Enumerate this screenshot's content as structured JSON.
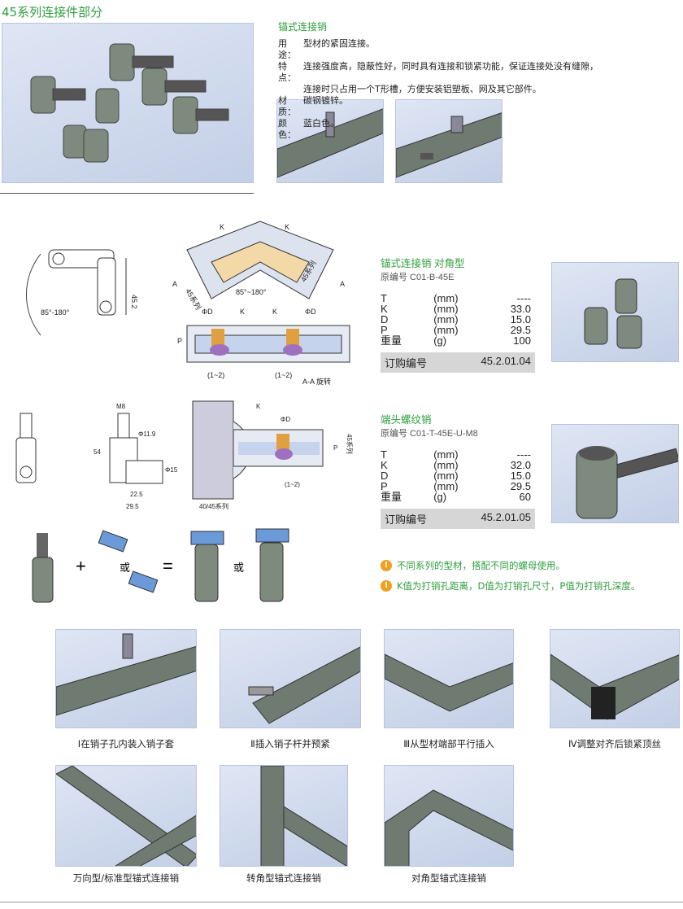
{
  "page_title": "45系列连接件部分",
  "intro": {
    "heading": "锚式连接销",
    "rows": [
      {
        "label": "用途：",
        "text": "型材的紧固连接。"
      },
      {
        "label": "特点：",
        "text": "连接强度高，隐蔽性好，同时具有连接和锁紧功能，保证连接处没有缝隙，"
      },
      {
        "label": "",
        "text": "连接时只占用一个T形槽，方便安装铝塑板、网及其它部件。"
      },
      {
        "label": "材质：",
        "text": "碳钢镀锌。"
      },
      {
        "label": "颜色：",
        "text": "蓝白色。"
      }
    ]
  },
  "drawing1": {
    "k": "K",
    "angle": "85°~180°",
    "angle_left": "85°-180°",
    "series": "45系列",
    "section": "A",
    "phid": "ΦD",
    "p": "P",
    "gap": "(1~2)",
    "rotate": "A-A 旋转",
    "dim": "45.2"
  },
  "drawing2": {
    "m8": "M8",
    "phi119": "Φ11.9",
    "d54": "54",
    "phi15": "Φ15",
    "d225": "22.5",
    "d295": "29.5",
    "k": "K",
    "phid": "ΦD",
    "p": "P",
    "gap": "(1~2)",
    "series": "45系列",
    "base": "40/45系列"
  },
  "assembly": {
    "plus": "+",
    "or1": "或",
    "equals": "=",
    "or2": "或"
  },
  "products": [
    {
      "name": "锚式连接销  对角型",
      "code": "原编号 C01-B-45E",
      "rows": [
        {
          "k": "T",
          "u": "(mm)",
          "v": "----"
        },
        {
          "k": "K",
          "u": "(mm)",
          "v": "33.0"
        },
        {
          "k": "D",
          "u": "(mm)",
          "v": "15.0"
        },
        {
          "k": "P",
          "u": "(mm)",
          "v": "29.5"
        },
        {
          "k": "重量",
          "u": "(g)",
          "v": "100"
        }
      ],
      "order_label": "订购编号",
      "order_no": "45.2.01.04"
    },
    {
      "name": "端头螺纹销",
      "code": "原编号 C01-T-45E-U-M8",
      "rows": [
        {
          "k": "T",
          "u": "(mm)",
          "v": "----"
        },
        {
          "k": "K",
          "u": "(mm)",
          "v": "32.0"
        },
        {
          "k": "D",
          "u": "(mm)",
          "v": "15.0"
        },
        {
          "k": "P",
          "u": "(mm)",
          "v": "29.5"
        },
        {
          "k": "重量",
          "u": "(g)",
          "v": "60"
        }
      ],
      "order_label": "订购编号",
      "order_no": "45.2.01.05"
    }
  ],
  "notes": [
    "不同系列的型材，搭配不同的螺母使用。",
    "K值为打销孔距离，D值为打销孔尺寸，P值为打销孔深度。"
  ],
  "steps": [
    "Ⅰ在销子孔内装入销子套",
    "Ⅱ插入销子杆并预紧",
    "Ⅲ从型材端部平行插入",
    "Ⅳ调整对齐后锁紧顶丝"
  ],
  "types": [
    "万向型/标准型锚式连接销",
    "转角型锚式连接销",
    "对角型锚式连接销"
  ],
  "colors": {
    "accent": "#2f9e3f",
    "warning": "#f0a020",
    "photo_bg": "#cfd9ec"
  }
}
